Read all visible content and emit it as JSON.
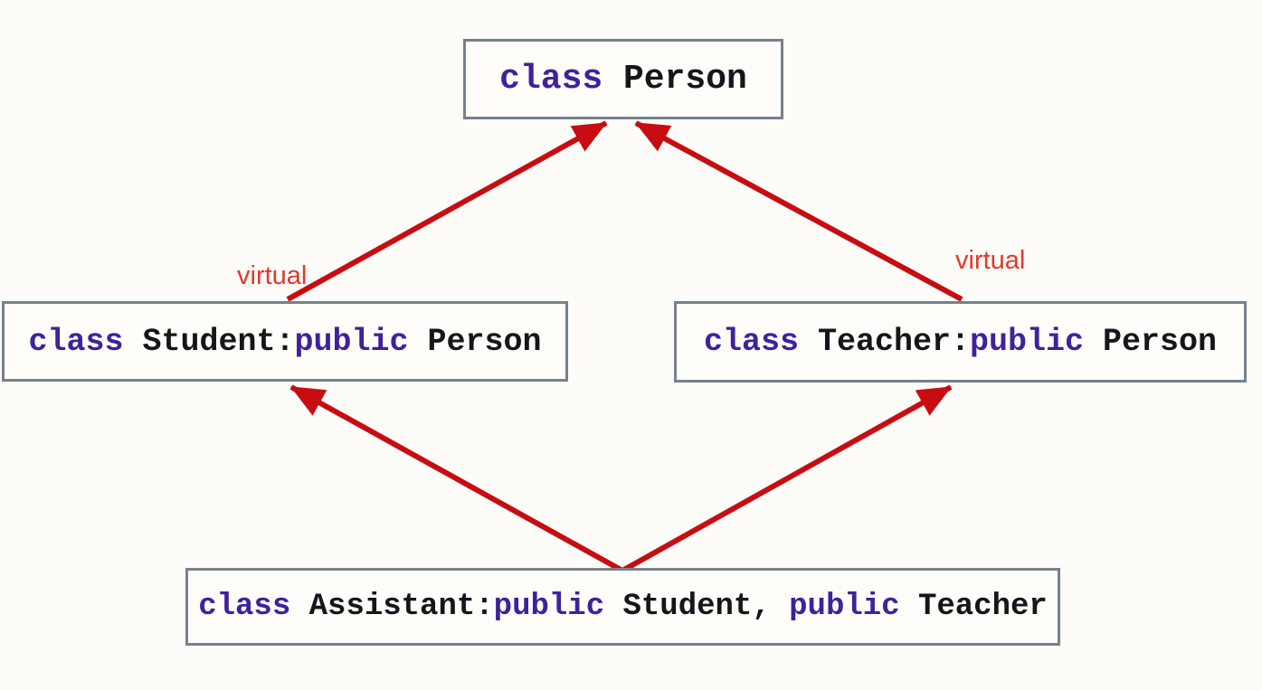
{
  "colors": {
    "bg": "#fdfcf8",
    "node-bg": "#fefdfa",
    "border": "#76818c",
    "text": "#15151a",
    "keyword": "#40219c",
    "arrow": "#c70d12",
    "edge-label": "#e5372e"
  },
  "nodes": {
    "person": {
      "code": "class Person",
      "tokens": [
        {
          "text": "class",
          "type": "keyword"
        },
        {
          "text": " Person",
          "type": "plain"
        }
      ]
    },
    "student": {
      "code": "class Student:public Person",
      "tokens": [
        {
          "text": "class",
          "type": "keyword"
        },
        {
          "text": " Student:",
          "type": "plain"
        },
        {
          "text": "public",
          "type": "keyword"
        },
        {
          "text": " Person",
          "type": "plain"
        }
      ]
    },
    "teacher": {
      "code": "class Teacher:public Person",
      "tokens": [
        {
          "text": "class",
          "type": "keyword"
        },
        {
          "text": " Teacher:",
          "type": "plain"
        },
        {
          "text": "public",
          "type": "keyword"
        },
        {
          "text": " Person",
          "type": "plain"
        }
      ]
    },
    "assistant": {
      "code": "class Assistant:public Student, public Teacher",
      "tokens": [
        {
          "text": "class",
          "type": "keyword"
        },
        {
          "text": " Assistant:",
          "type": "plain"
        },
        {
          "text": "public",
          "type": "keyword"
        },
        {
          "text": " Student, ",
          "type": "plain"
        },
        {
          "text": "public",
          "type": "keyword"
        },
        {
          "text": " Teacher",
          "type": "plain"
        }
      ]
    }
  },
  "edges": [
    {
      "from": "Student",
      "to": "Person",
      "label": "virtual"
    },
    {
      "from": "Teacher",
      "to": "Person",
      "label": "virtual"
    },
    {
      "from": "Assistant",
      "to": "Student",
      "label": ""
    },
    {
      "from": "Assistant",
      "to": "Teacher",
      "label": ""
    }
  ]
}
